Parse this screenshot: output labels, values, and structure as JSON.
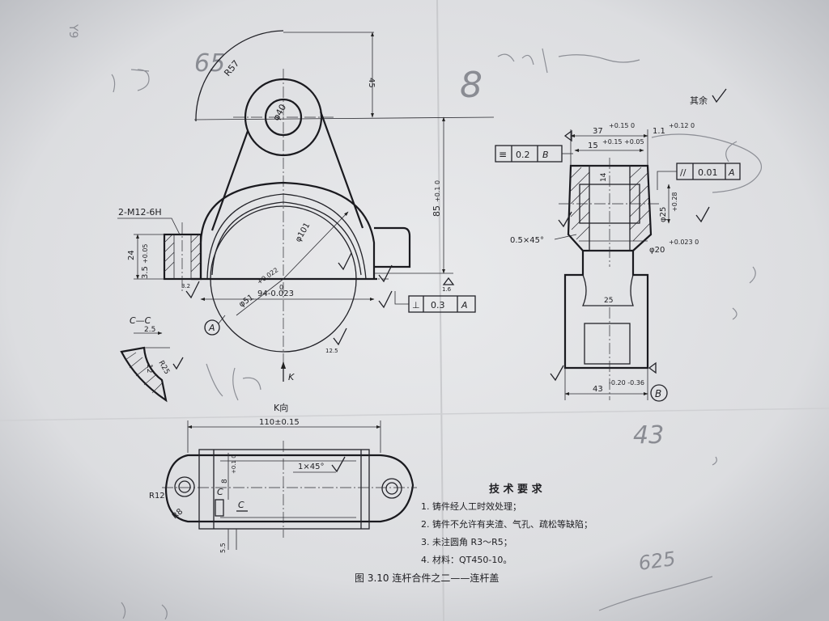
{
  "corner_mark": "Y9",
  "main_view": {
    "r_label": "R57",
    "hole_dia": "φ40",
    "top_height": "45",
    "height_dim": "85",
    "height_tol": "+0.1 0",
    "bore_r": "φ101",
    "bore_dia": "φ51",
    "bore_tol": "+0.022",
    "zero": "0",
    "width_dim": "94-0.023",
    "thread_note": "2-M12-6H",
    "thread_depth": "24",
    "thread_offset": "3.5",
    "thread_tol": "+0.05",
    "datum_a": "A",
    "k_arrow": "K",
    "rough_32": "3.2",
    "rough_16": "1.6",
    "rough_125": "12.5",
    "tol_frame": {
      "symbol": "⊥",
      "value": "0.3",
      "datum": "A"
    }
  },
  "section_cc": {
    "title": "C—C",
    "dim1": "2.5",
    "dim2": "12",
    "dim3": "R25"
  },
  "side_view": {
    "roughness_note": "其余",
    "dim_37": "37",
    "dim_37_tol": "+0.15 0",
    "dim_15": "15",
    "dim_15_tol": "+0.15 +0.05",
    "dim_1_1": "1.1",
    "dim_1_1_tol": "+0.12 0",
    "tol_left": {
      "symbol": "≡",
      "value": "0.2",
      "datum": "B"
    },
    "tol_right": {
      "symbol": "//",
      "value": "0.01",
      "datum": "A"
    },
    "chamfer": "0.5×45°",
    "dia_25": "φ25",
    "dia_25_tol": "+0.28",
    "dia_20": "φ20",
    "dia_20_tol": "+0.023 0",
    "dim_25": "25",
    "dim_43": "43",
    "dim_43_tol": "-0.20 -0.36",
    "datum_b": "B",
    "r14": "14"
  },
  "bottom_view": {
    "title": "K向",
    "dim_110": "110±0.15",
    "chamfer": "1×45°",
    "r12": "R12",
    "r8": "R8",
    "dim_8": "8",
    "dim_8_tol": "+0.1 0",
    "section_c": "C",
    "dim_5": "5.5"
  },
  "tech_req": {
    "title": "技 术 要 求",
    "items": [
      "1. 铸件经人工时效处理；",
      "2. 铸件不允许有夹渣、气孔、疏松等缺陷；",
      "3. 未注圆角 R3～R5；",
      "4. 材料：QT450-10。"
    ]
  },
  "caption": "图 3.10   连杆合件之二——连杆盖",
  "pencil_notes": [
    "65",
    "8",
    "43",
    "625"
  ]
}
